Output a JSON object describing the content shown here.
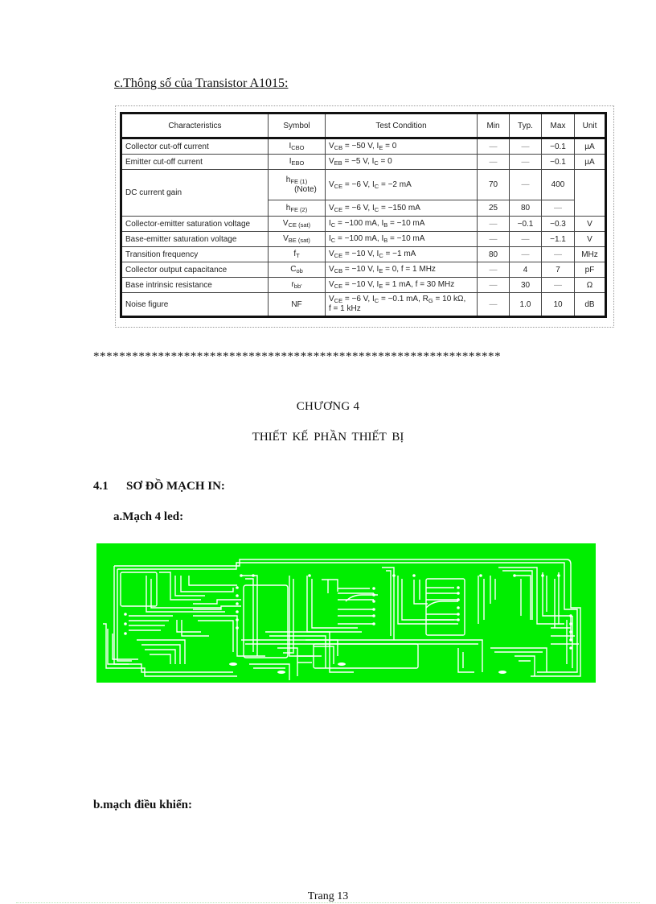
{
  "document": {
    "subsection_title": "c.Thông  số của Transistor A1015:",
    "spec_table": {
      "columns": [
        "Characteristics",
        "Symbol",
        "Test Condition",
        "Min",
        "Typ.",
        "Max",
        "Unit"
      ],
      "rows": [
        {
          "characteristic": "Collector cut-off current",
          "symbol": "I",
          "symbol_sub": "CBO",
          "condition": "VCB = −50 V, IE = 0",
          "min": "—",
          "typ": "—",
          "max": "−0.1",
          "unit": "µA"
        },
        {
          "characteristic": "Emitter cut-off current",
          "symbol": "I",
          "symbol_sub": "EBO",
          "condition": "VEB = −5 V, IC = 0",
          "min": "—",
          "typ": "—",
          "max": "−0.1",
          "unit": "µA"
        },
        {
          "characteristic": "DC current gain",
          "symbol": "h",
          "symbol_sub": "FE (1)",
          "symbol_note": "(Note)",
          "condition": "VCE = −6 V, IC = −2 mA",
          "min": "70",
          "typ": "—",
          "max": "400",
          "unit": ""
        },
        {
          "characteristic": "",
          "symbol": "h",
          "symbol_sub": "FE (2)",
          "condition": "VCE = −6 V, IC = −150 mA",
          "min": "25",
          "typ": "80",
          "max": "—",
          "unit": ""
        },
        {
          "characteristic": "Collector-emitter saturation voltage",
          "symbol": "V",
          "symbol_sub": "CE (sat)",
          "condition": "IC = −100 mA, IB = −10 mA",
          "min": "—",
          "typ": "−0.1",
          "max": "−0.3",
          "unit": "V"
        },
        {
          "characteristic": "Base-emitter saturation voltage",
          "symbol": "V",
          "symbol_sub": "BE (sat)",
          "condition": "IC = −100 mA, IB = −10 mA",
          "min": "—",
          "typ": "—",
          "max": "−1.1",
          "unit": "V"
        },
        {
          "characteristic": "Transition frequency",
          "symbol": "f",
          "symbol_sub": "T",
          "condition": "VCE = −10 V, IC = −1 mA",
          "min": "80",
          "typ": "—",
          "max": "—",
          "unit": "MHz"
        },
        {
          "characteristic": "Collector output capacitance",
          "symbol": "C",
          "symbol_sub": "ob",
          "condition": "VCB = −10 V, IE = 0, f = 1 MHz",
          "min": "—",
          "typ": "4",
          "max": "7",
          "unit": "pF"
        },
        {
          "characteristic": "Base intrinsic resistance",
          "symbol": "r",
          "symbol_sub": "bb'",
          "condition": "VCE = −10 V, IE = 1 mA, f = 30 MHz",
          "min": "—",
          "typ": "30",
          "max": "—",
          "unit": "Ω"
        },
        {
          "characteristic": "Noise figure",
          "symbol": "NF",
          "symbol_sub": "",
          "condition": "VCE = −6 V, IC = −0.1 mA, RG = 10 kΩ,",
          "condition_line2": "f = 1 kHz",
          "min": "—",
          "typ": "1.0",
          "max": "10",
          "unit": "dB"
        }
      ]
    },
    "separator": "***************************************************************",
    "chapter_label": "CHƯƠNG 4",
    "chapter_title": "THIẾT  KẾ PHẦN  THIẾT  BỊ",
    "section": {
      "number": "4.1",
      "title": "SƠ ĐỒ MẠCH IN:"
    },
    "sub_a": "a.Mạch 4 led:",
    "sub_b": "b.mạch  điều khiển:",
    "pcb": {
      "board_color": "#00ee00",
      "trace_outline_color": "#ffffff"
    },
    "footer": "Trang 13"
  }
}
